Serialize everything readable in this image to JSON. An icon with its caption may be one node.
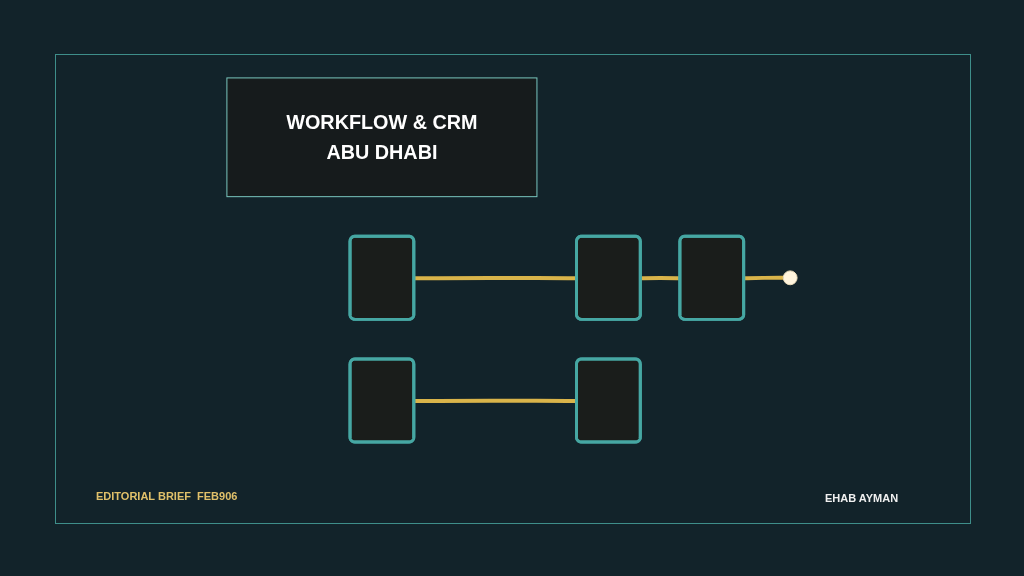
{
  "diagram": {
    "nodes": [
      {
        "text": [
          "WORKFLOW & CRM",
          "ABU DHABI"
        ]
      },
      {
        "text": [],
        "shape": "box"
      },
      {
        "text": [],
        "shape": "box"
      },
      {
        "text": [],
        "shape": "box"
      },
      {
        "text": [],
        "shape": "box"
      },
      {
        "text": [],
        "shape": "box"
      }
    ],
    "edges": [
      {
        "from": 1,
        "to": 2,
        "arrow": "none"
      },
      {
        "from": 2,
        "to": 3,
        "arrow": "none"
      },
      {
        "from": 3,
        "to": null,
        "arrow": "none"
      },
      {
        "from": 4,
        "to": 5,
        "arrow": "none"
      }
    ],
    "labels": [
      "EDITORIAL BRIEF  FEB906",
      "EHAB AYMAN"
    ]
  }
}
